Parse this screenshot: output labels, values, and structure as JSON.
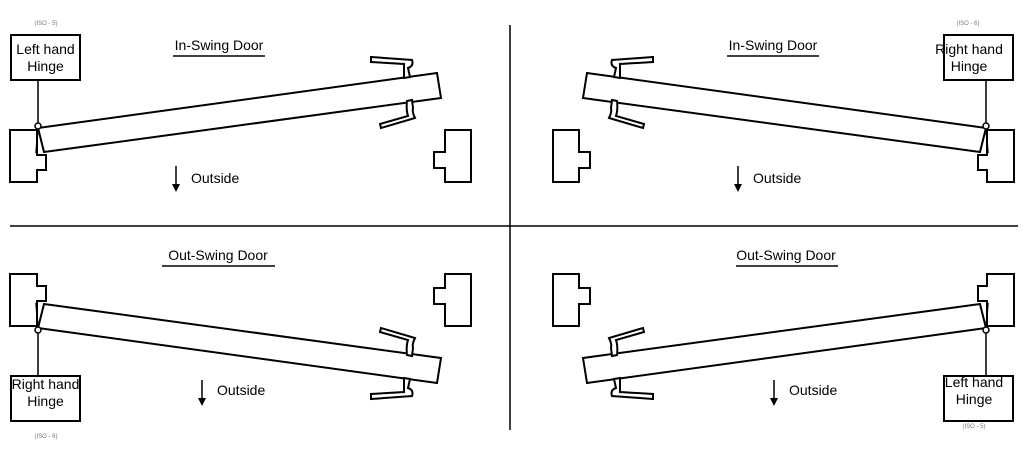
{
  "quadrants": [
    {
      "title": "In-Swing Door",
      "hinge_line1": "Left hand",
      "hinge_line2": "Hinge",
      "iso": "(ISO - 5)",
      "direction": "Outside"
    },
    {
      "title": "In-Swing Door",
      "hinge_line1": "Right hand",
      "hinge_line2": "Hinge",
      "iso": "(ISO - 6)",
      "direction": "Outside"
    },
    {
      "title": "Out-Swing Door",
      "hinge_line1": "Right hand",
      "hinge_line2": "Hinge",
      "iso": "(ISO - 6)",
      "direction": "Outside"
    },
    {
      "title": "Out-Swing Door",
      "hinge_line1": "Left hand",
      "hinge_line2": "Hinge",
      "iso": "(ISO - 5)",
      "direction": "Outside"
    }
  ]
}
